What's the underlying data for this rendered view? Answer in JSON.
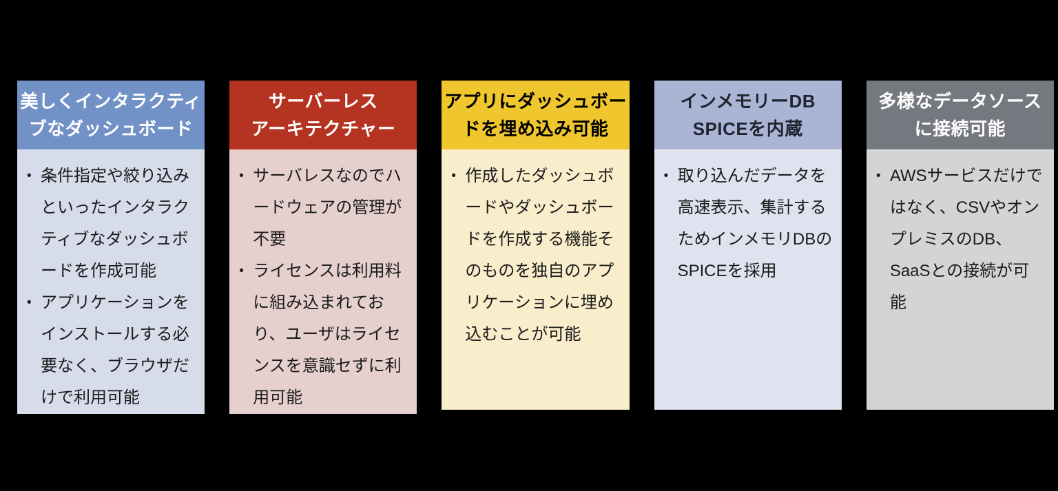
{
  "background_color": "#000000",
  "bullet_glyph": "•",
  "cards": [
    {
      "id": "interactive-dashboard",
      "header_lines": [
        "美しくインタラクティ",
        "ブなダッシュボード"
      ],
      "header_bg": "#7291C7",
      "header_color": "#FFFFFF",
      "body_bg": "#D7DCEB",
      "bullets": [
        "条件指定や絞り込みといったインタラクティブなダッシュボードを作成可能",
        "アプリケーションをインストールする必要なく、ブラウザだけで利用可能"
      ]
    },
    {
      "id": "serverless-architecture",
      "header_lines": [
        "サーバーレス",
        "アーキテクチャー"
      ],
      "header_bg": "#B43321",
      "header_color": "#FFFFFF",
      "body_bg": "#E5D0CE",
      "bullets": [
        "サーバレスなのでハードウェアの管理が不要",
        "ライセンスは利用料に組み込まれており、ユーザはライセンスを意識セずに利用可能"
      ]
    },
    {
      "id": "embed-dashboard",
      "header_lines": [
        "アプリにダッシュボー",
        "ドを埋め込み可能"
      ],
      "header_bg": "#F0C62F",
      "header_color": "#000000",
      "body_bg": "#FAEDCC",
      "bullets": [
        "作成したダッシュボードやダッシュボードを作成する機能そのものを独自のアプリケーションに埋め込むことが可能"
      ]
    },
    {
      "id": "in-memory-db-spice",
      "header_lines": [
        "インメモリーDB",
        "SPICEを内蔵"
      ],
      "header_bg": "#AAB4D4",
      "header_color": "#1F2430",
      "body_bg": "#DFE3F0",
      "bullets": [
        "取り込んだデータを高速表示、集計するためインメモリDBのSPICEを採用"
      ]
    },
    {
      "id": "data-sources",
      "header_lines": [
        "多様なデータソース",
        "に接続可能"
      ],
      "header_bg": "#75797F",
      "header_color": "#FFFFFF",
      "body_bg": "#D2D4D6",
      "bullets": [
        "AWSサービスだけではなく、CSVやオンプレミスのDB、SaaSとの接続が可能"
      ]
    }
  ]
}
